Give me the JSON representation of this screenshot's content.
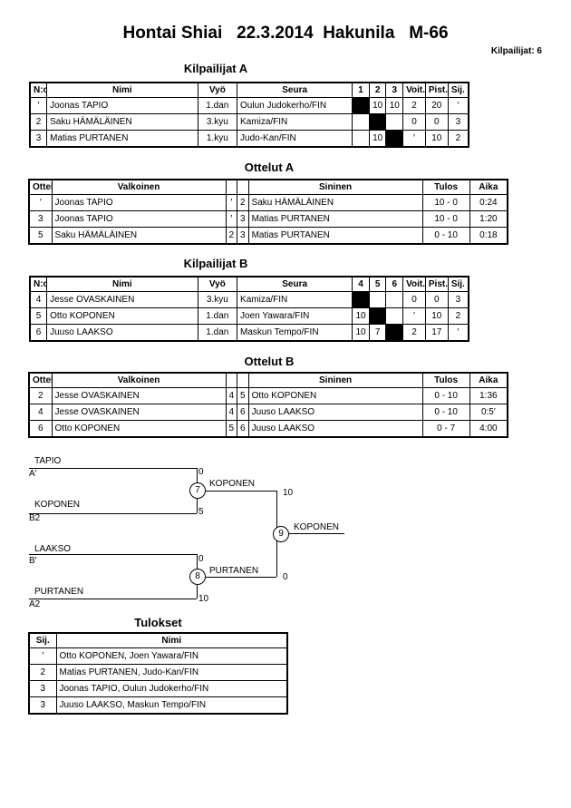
{
  "title": "Hontai Shiai   22.3.2014  Hakunila   M-66",
  "competitor_count": "Kilpailijat: 6",
  "pool_a": {
    "heading": "Kilpailijat A",
    "headers": [
      "N:o",
      "Nimi",
      "Vyö",
      "Seura",
      "1",
      "2",
      "3",
      "Voit.",
      "Pist.",
      "Sij."
    ],
    "rows": [
      [
        "′",
        "Joonas TAPIO",
        "1.dan",
        "Oulun Judokerho/FIN",
        "",
        "10",
        "10",
        "2",
        "20",
        "′"
      ],
      [
        "2",
        "Saku HÄMÄLÄINEN",
        "3.kyu",
        "Kamiza/FIN",
        "",
        "",
        "",
        "0",
        "0",
        "3"
      ],
      [
        "3",
        "Matias PURTANEN",
        "1.kyu",
        "Judo-Kan/FIN",
        "",
        "10",
        "",
        "′",
        "10",
        "2"
      ]
    ]
  },
  "matches_a": {
    "heading": "Ottelut A",
    "headers": [
      "Ottelu",
      "Valkoinen",
      "",
      "",
      "Sininen",
      "Tulos",
      "Aika"
    ],
    "rows": [
      [
        "′",
        "Joonas TAPIO",
        "′",
        "2",
        "Saku HÄMÄLÄINEN",
        "10 - 0",
        "0:24"
      ],
      [
        "3",
        "Joonas TAPIO",
        "′",
        "3",
        "Matias PURTANEN",
        "10 - 0",
        "1:20"
      ],
      [
        "5",
        "Saku HÄMÄLÄINEN",
        "2",
        "3",
        "Matias PURTANEN",
        "0 - 10",
        "0:18"
      ]
    ]
  },
  "pool_b": {
    "heading": "Kilpailijat B",
    "headers": [
      "N:o",
      "Nimi",
      "Vyö",
      "Seura",
      "4",
      "5",
      "6",
      "Voit.",
      "Pist.",
      "Sij."
    ],
    "rows": [
      [
        "4",
        "Jesse OVASKAINEN",
        "3.kyu",
        "Kamiza/FIN",
        "",
        "",
        "",
        "0",
        "0",
        "3"
      ],
      [
        "5",
        "Otto KOPONEN",
        "1.dan",
        "Joen Yawara/FIN",
        "10",
        "",
        "",
        "′",
        "10",
        "2"
      ],
      [
        "6",
        "Juuso LAAKSO",
        "1.dan",
        "Maskun Tempo/FIN",
        "10",
        "7",
        "",
        "2",
        "17",
        "′"
      ]
    ]
  },
  "matches_b": {
    "heading": "Ottelut B",
    "headers": [
      "Ottelu",
      "Valkoinen",
      "",
      "",
      "Sininen",
      "Tulos",
      "Aika"
    ],
    "rows": [
      [
        "2",
        "Jesse OVASKAINEN",
        "4",
        "5",
        "Otto KOPONEN",
        "0 - 10",
        "1:36"
      ],
      [
        "4",
        "Jesse OVASKAINEN",
        "4",
        "6",
        "Juuso LAAKSO",
        "0 - 10",
        "0:5′"
      ],
      [
        "6",
        "Otto KOPONEN",
        "5",
        "6",
        "Juuso LAAKSO",
        "0 - 7",
        "4:00"
      ]
    ]
  },
  "bracket": {
    "m7": {
      "number": "7",
      "top_name": "TAPIO",
      "top_seed": "A′",
      "top_score": "0",
      "bottom_name": "KOPONEN",
      "bottom_seed": "B2",
      "bottom_score": "5",
      "winner": "KOPONEN",
      "winner_score": "10"
    },
    "m8": {
      "number": "8",
      "top_name": "LAAKSO",
      "top_seed": "B′",
      "top_score": "0",
      "bottom_name": "PURTANEN",
      "bottom_seed": "A2",
      "bottom_score": "10",
      "winner": "PURTANEN",
      "winner_score": "0"
    },
    "m9": {
      "number": "9",
      "winner": "KOPONEN"
    }
  },
  "results": {
    "heading": "Tulokset",
    "headers": [
      "Sij.",
      "Nimi"
    ],
    "rows": [
      [
        "′",
        "Otto KOPONEN, Joen Yawara/FIN"
      ],
      [
        "2",
        "Matias PURTANEN, Judo-Kan/FIN"
      ],
      [
        "3",
        "Joonas TAPIO, Oulun Judokerho/FIN"
      ],
      [
        "3",
        "Juuso LAAKSO, Maskun Tempo/FIN"
      ]
    ]
  }
}
